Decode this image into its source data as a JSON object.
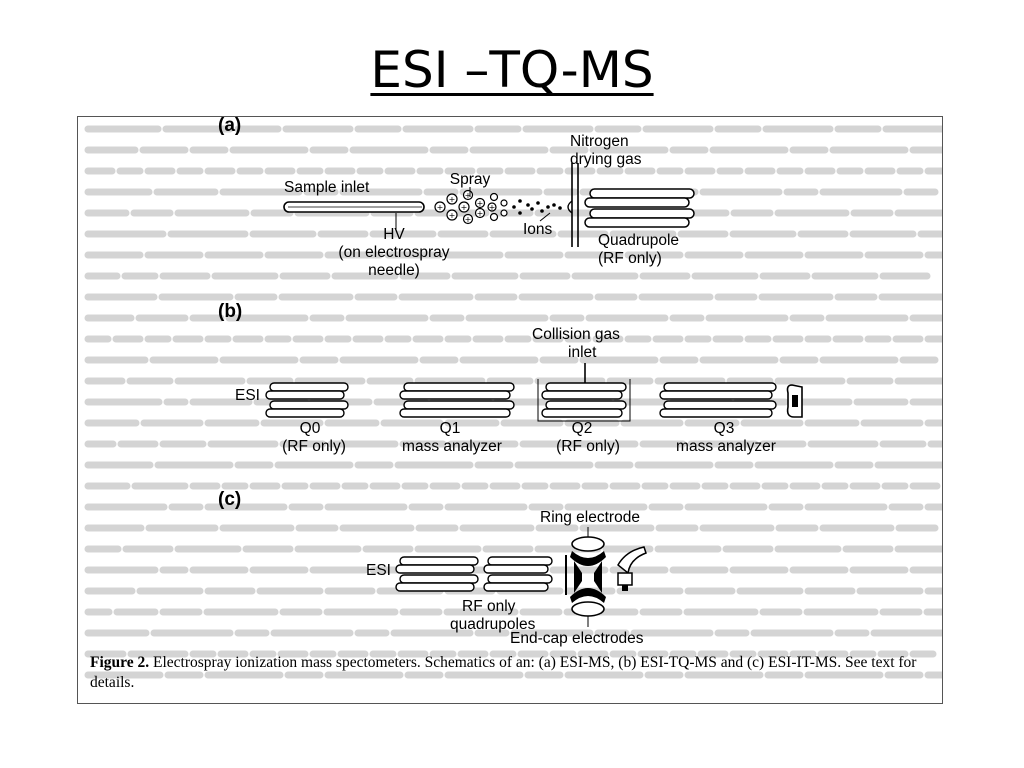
{
  "slide_title": "ESI –TQ-MS",
  "panels": {
    "a": {
      "label": "(a)",
      "sample_inlet": "Sample inlet",
      "spray": "Spray",
      "nitrogen_line1": "Nitrogen",
      "nitrogen_line2": "drying gas",
      "hv_line1": "HV",
      "hv_line2": "(on electrospray",
      "hv_line3": "needle)",
      "ions": "Ions",
      "quadrupole_line1": "Quadrupole",
      "quadrupole_line2": "(RF only)"
    },
    "b": {
      "label": "(b)",
      "collision_line1": "Collision gas",
      "collision_line2": "inlet",
      "esi": "ESI",
      "q0_line1": "Q0",
      "q0_line2": "(RF only)",
      "q1_line1": "Q1",
      "q1_line2": "mass analyzer",
      "q2_line1": "Q2",
      "q2_line2": "(RF only)",
      "q3_line1": "Q3",
      "q3_line2": "mass analyzer"
    },
    "c": {
      "label": "(c)",
      "ring_electrode": "Ring electrode",
      "esi": "ESI",
      "rf_line1": "RF only",
      "rf_line2": "quadrupoles",
      "endcap": "End-cap electrodes"
    }
  },
  "caption": {
    "figure_label": "Figure 2.",
    "text": "Electrospray ionization mass spectometers. Schematics of an: (a) ESI-MS, (b) ESI-TQ-MS and (c) ESI-IT-MS. See text for details."
  }
}
